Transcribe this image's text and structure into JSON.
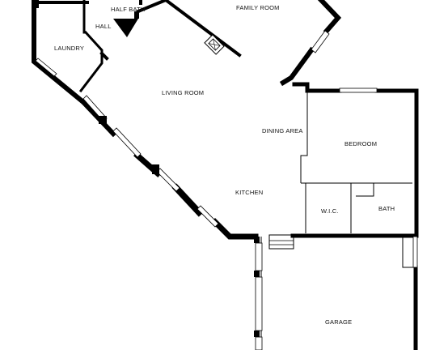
{
  "rooms": {
    "family_room": "FAMILY ROOM",
    "half_bath": "HALF BATH",
    "hall": "HALL",
    "laundry": "LAUNDRY",
    "living_room": "LIVING ROOM",
    "dining_area": "DINING AREA",
    "bedroom": "BEDROOM",
    "kitchen": "KITCHEN",
    "wic": "W.I.C.",
    "bath": "BATH",
    "garage": "GARAGE"
  },
  "colors": {
    "wall": "#000000",
    "background": "#ffffff"
  }
}
